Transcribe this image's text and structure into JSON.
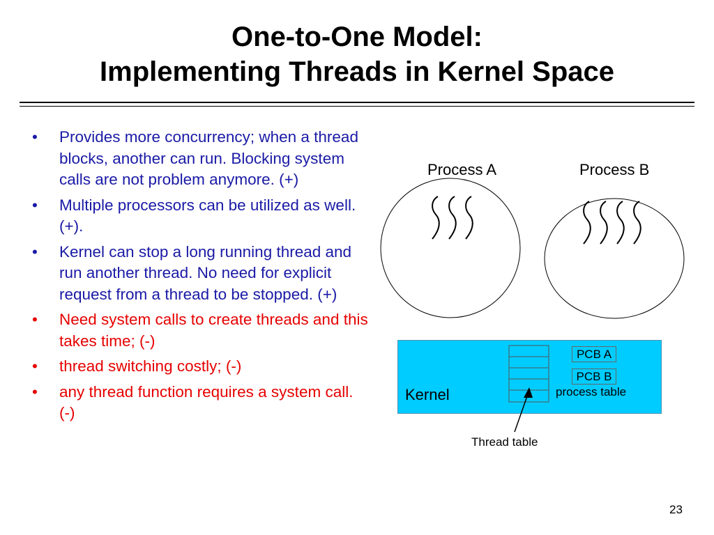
{
  "slide": {
    "title_line1": "One-to-One Model:",
    "title_line2": "Implementing Threads in Kernel Space",
    "page_number": "23"
  },
  "bullets": [
    {
      "text": "Provides more concurrency; when a thread blocks, another can run. Blocking system calls are not problem anymore. (+)",
      "color": "#1a1aa6"
    },
    {
      "text": "Multiple processors can be utilized as well. (+).",
      "color": "#1a1aa6"
    },
    {
      "text": "Kernel can stop a long running thread and run another thread. No need for explicit request from a thread to be stopped. (+)",
      "color": "#1a1aa6"
    },
    {
      "text": "Need system calls to create threads and this takes time; (-)",
      "color": "#e60000"
    },
    {
      "text": "thread switching costly; (-)",
      "color": "#e60000"
    },
    {
      "text": "any thread function requires a system call. (-)",
      "color": "#e60000"
    }
  ],
  "diagram": {
    "process_a_label": "Process A",
    "process_b_label": "Process B",
    "process_a_threads": 3,
    "process_b_threads": 4,
    "kernel_label": "Kernel",
    "pcb_a_label": "PCB A",
    "pcb_b_label": "PCB B",
    "process_table_label": "process table",
    "thread_table_label": "Thread table",
    "kernel_color": "#00ccff"
  }
}
